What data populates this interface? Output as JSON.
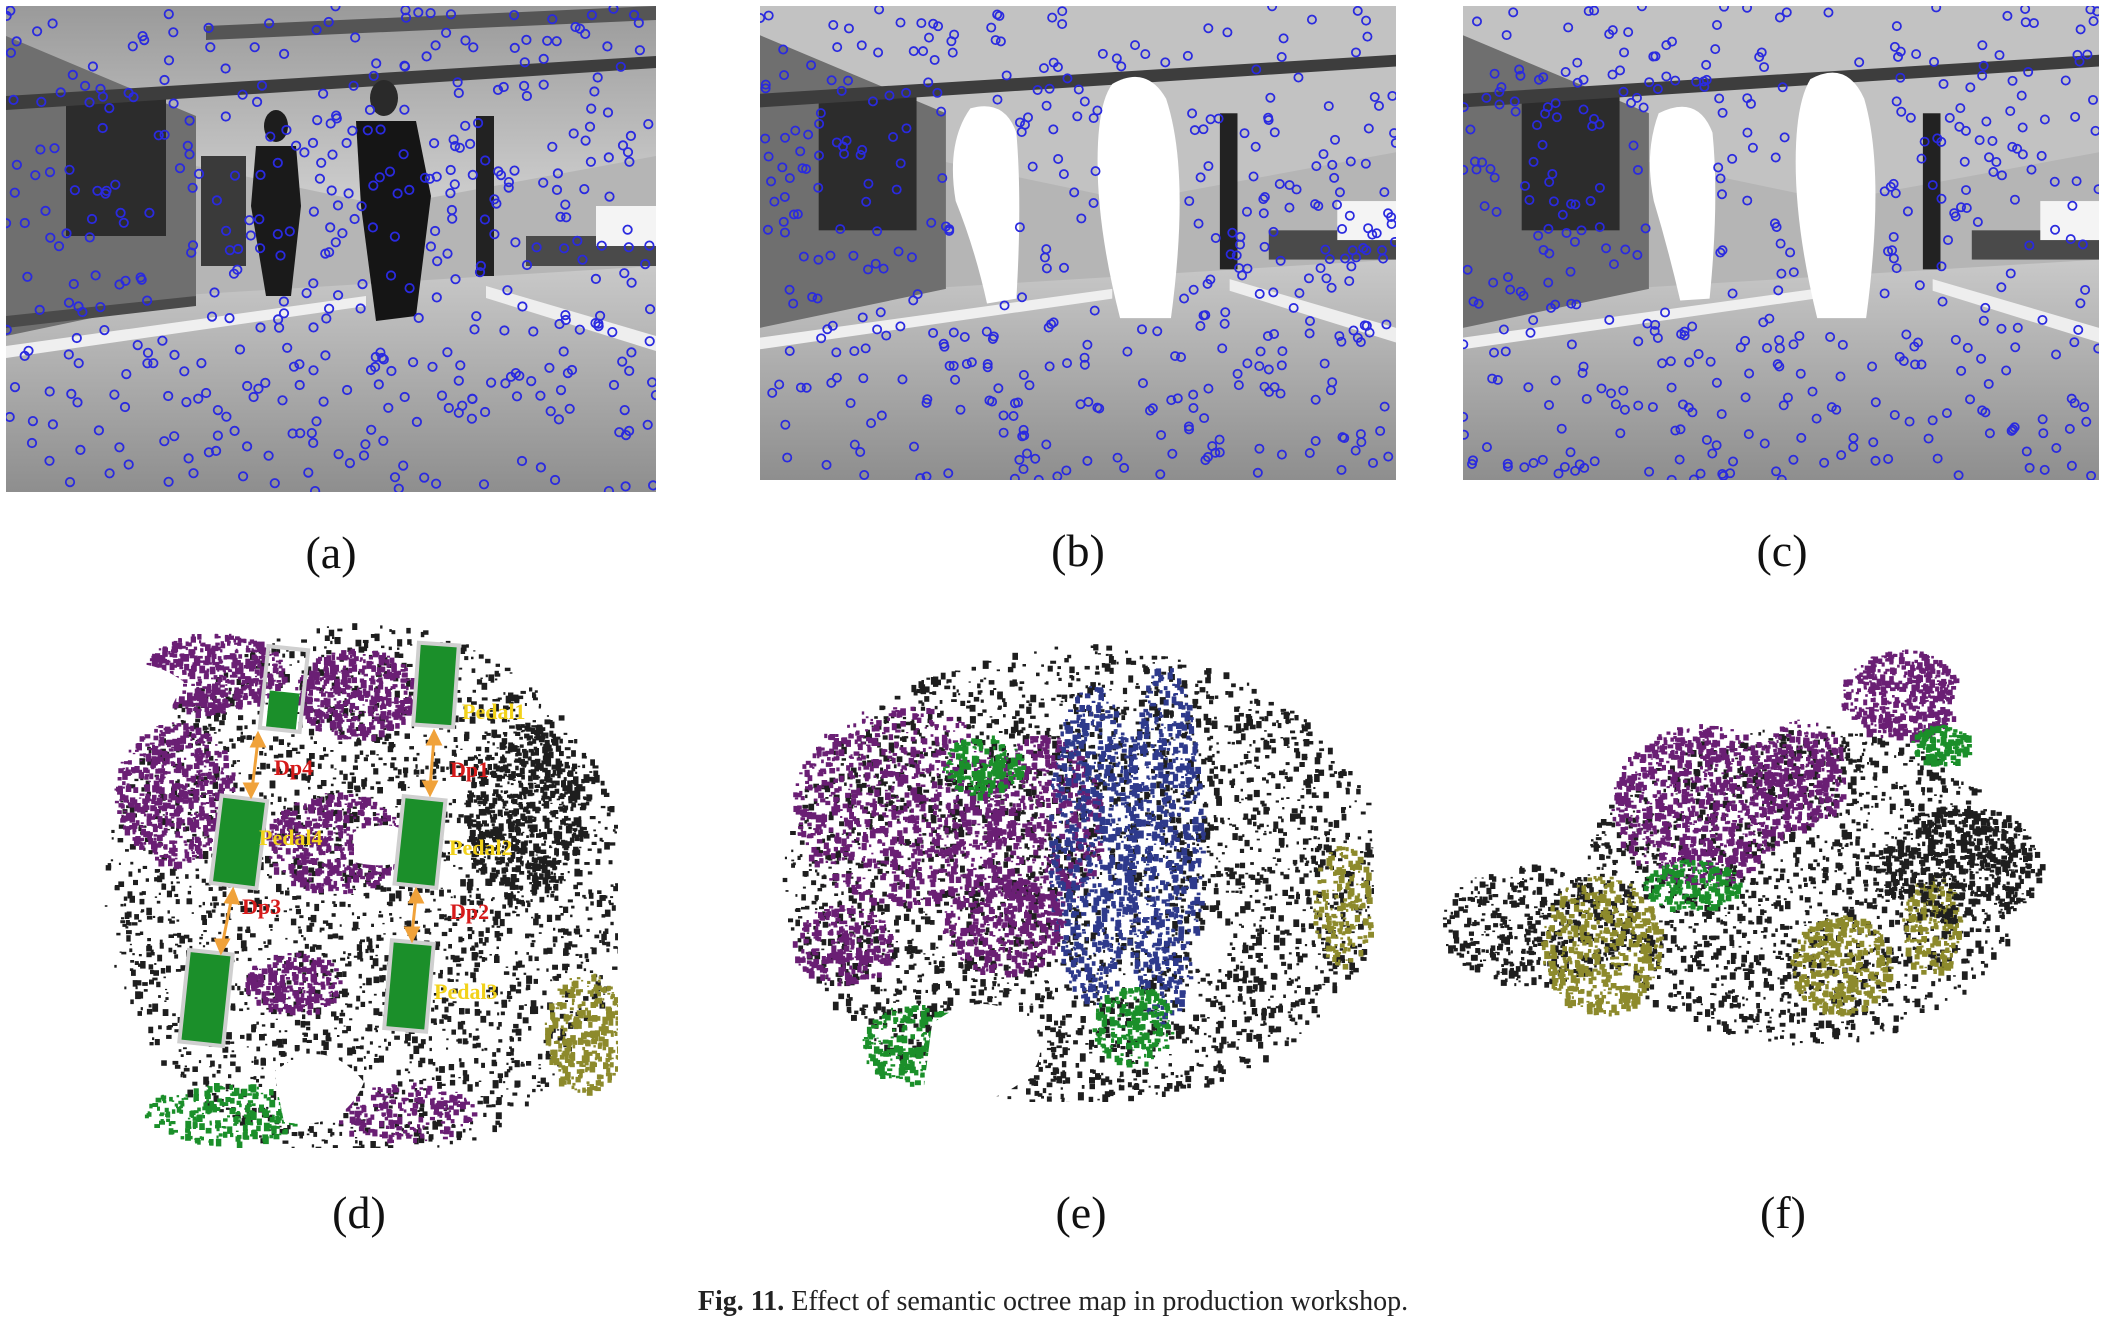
{
  "panels": {
    "a": {
      "label": "(a)"
    },
    "b": {
      "label": "(b)"
    },
    "c": {
      "label": "(c)"
    },
    "d": {
      "label": "(d)",
      "pedals": [
        "Pedal1",
        "Pedal2",
        "Pedal3",
        "Pedal4"
      ],
      "distances": [
        "Dp1",
        "Dp2",
        "Dp3",
        "Dp4"
      ]
    },
    "e": {
      "label": "(e)"
    },
    "f": {
      "label": "(f)"
    }
  },
  "caption": {
    "fig_number": "Fig. 11.",
    "text": "Effect of semantic octree map in production workshop."
  },
  "colors": {
    "feature_point": "#2a2adf",
    "black_cloud": "#1e1e1e",
    "purple_cloud": "#6a1f74",
    "green_cloud": "#1b8f2a",
    "blue_cloud": "#2e3a8c",
    "olive_cloud": "#8d8a2c",
    "pedal_label": "#f2d21a",
    "distance_label": "#d61a1a",
    "arrow": "#f0a23a"
  }
}
